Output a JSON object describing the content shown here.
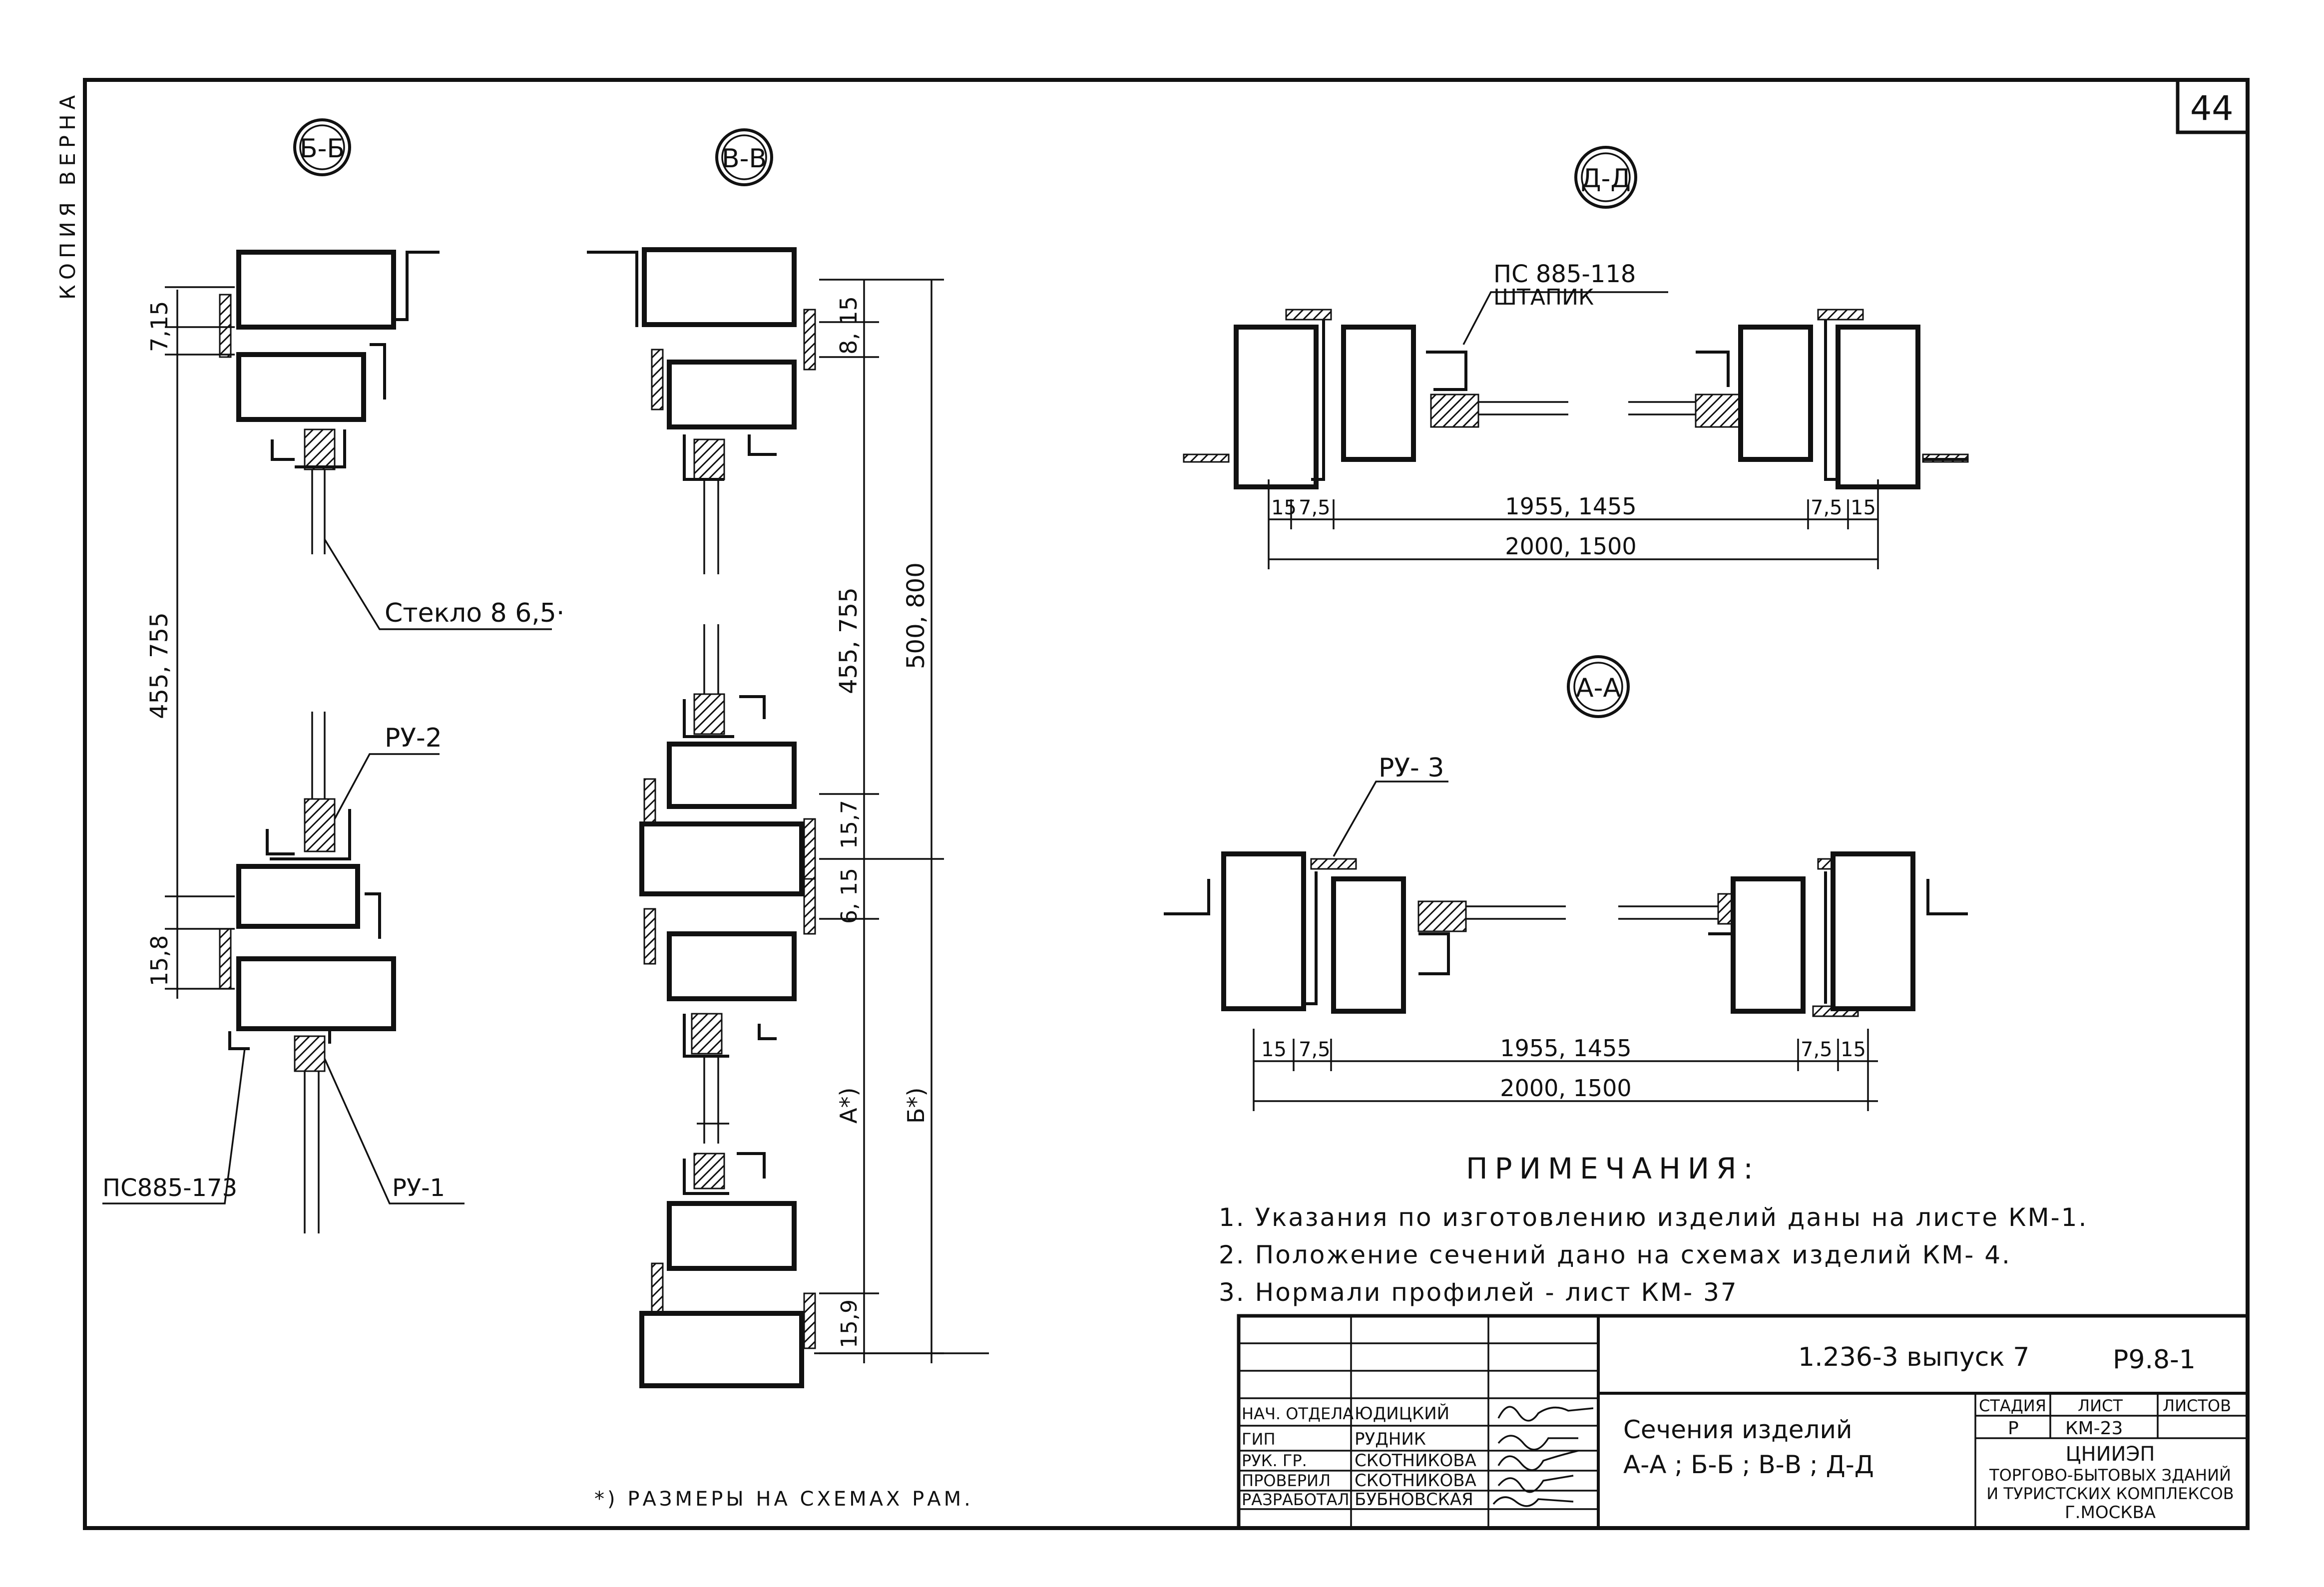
{
  "side_stamp": "КОПИЯ ВЕРНА",
  "sheet_number": "44",
  "sections": {
    "bb": {
      "label": "Б-Б",
      "dim_top": "7,15",
      "dim_main": "455, 755",
      "dim_bottom": "15,8",
      "callout_glass": "Стекло 8 6,5·",
      "callout_ru2": "РУ-2",
      "callout_ps": "ПС885-173",
      "callout_ru1": "РУ-1"
    },
    "vv": {
      "label": "В-В",
      "dim_top": "8, 15",
      "dim_mid1": "455, 755",
      "dim_outer": "500, 800",
      "dim_15_7": "15,7",
      "dim_6_15": "6, 15",
      "dim_a": "А*)",
      "dim_b": "Б*)",
      "dim_bottom": "15,9"
    },
    "dd": {
      "label": "Д-Д",
      "callout_ps": "ПС 885-118",
      "callout_shtapik": "ШТАПИК",
      "dim_15_left": "15",
      "dim_75_left": "7,5",
      "dim_inner": "1955, 1455",
      "dim_75_right": "7,5",
      "dim_15_right": "15",
      "dim_outer": "2000, 1500"
    },
    "aa": {
      "label": "А-А",
      "callout_ru3": "РУ- 3",
      "dim_15_left": "15",
      "dim_75_left": "7,5",
      "dim_inner": "1955, 1455",
      "dim_75_right": "7,5",
      "dim_15_right": "15",
      "dim_outer": "2000, 1500"
    }
  },
  "notes": {
    "heading": "ПРИМЕЧАНИЯ:",
    "items": [
      "1. Указания по изготовлению изделий даны на листе КМ-1.",
      "2. Положение сечений дано на схемах изделий КМ- 4.",
      "3. Нормали профилей - лист КМ- 37"
    ],
    "footnote": "*) РАЗМЕРЫ НА СХЕМАХ РАМ."
  },
  "title_block": {
    "code": "1.236-3 выпуск 7",
    "doc_code": "Р9.8-1",
    "title_line1": "Сечения изделий",
    "title_line2": "А-А ; Б-Б ; В-В ; Д-Д",
    "stage_header": "СТАДИЯ",
    "sheet_header": "ЛИСТ",
    "sheets_header": "ЛИСТОВ",
    "stage_value": "Р",
    "sheet_value": "КМ-23",
    "org_line1": "ЦНИИЭП",
    "org_line2": "ТОРГОВО-БЫТОВЫХ ЗДАНИЙ",
    "org_line3": "И ТУРИСТСКИХ КОМПЛЕКСОВ",
    "org_line4": "Г.МОСКВА",
    "roles": [
      {
        "role": "НАЧ. ОТДЕЛА",
        "name": "ЮДИЦКИЙ"
      },
      {
        "role": "ГИП",
        "name": "РУДНИК"
      },
      {
        "role": "РУК. ГР.",
        "name": "СКОТНИКОВА"
      },
      {
        "role": "ПРОВЕРИЛ",
        "name": "СКОТНИКОВА"
      },
      {
        "role": "РАЗРАБОТАЛ",
        "name": "БУБНОВСКАЯ"
      }
    ]
  }
}
